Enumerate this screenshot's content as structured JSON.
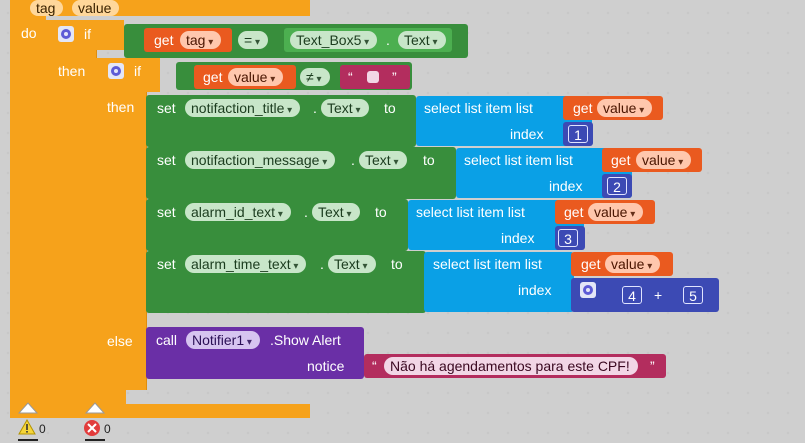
{
  "event": {
    "params": [
      "tag",
      "value"
    ],
    "do_label": "do"
  },
  "if_outer": {
    "if_label": "if",
    "then_label": "then",
    "else_label": "else",
    "cond": {
      "get_label": "get",
      "var": "tag",
      "op": "=",
      "component": "Text_Box5",
      "dot": ".",
      "prop": "Text"
    }
  },
  "if_inner": {
    "if_label": "if",
    "then_label": "then",
    "cond": {
      "get_label": "get",
      "var": "value",
      "op": "≠",
      "str_open": "“",
      "str_close": "”"
    }
  },
  "sets": [
    {
      "set_label": "set",
      "component": "notifaction_title",
      "dot": ".",
      "prop": "Text",
      "to_label": "to",
      "select_label": "select list item  list",
      "get_label": "get",
      "var": "value",
      "index_label": "index",
      "index": "1"
    },
    {
      "set_label": "set",
      "component": "notifaction_message",
      "dot": ".",
      "prop": "Text",
      "to_label": "to",
      "select_label": "select list item  list",
      "get_label": "get",
      "var": "value",
      "index_label": "index",
      "index": "2"
    },
    {
      "set_label": "set",
      "component": "alarm_id_text",
      "dot": ".",
      "prop": "Text",
      "to_label": "to",
      "select_label": "select list item  list",
      "get_label": "get",
      "var": "value",
      "index_label": "index",
      "index": "3"
    },
    {
      "set_label": "set",
      "component": "alarm_time_text",
      "dot": ".",
      "prop": "Text",
      "to_label": "to",
      "select_label": "select list item  list",
      "get_label": "get",
      "var": "value",
      "index_label": "index",
      "add_a": "4",
      "plus": "+",
      "add_b": "5"
    }
  ],
  "else_call": {
    "call_label": "call",
    "component": "Notifier1",
    "method": ".Show Alert",
    "notice_label": "notice",
    "str_open": "“",
    "message": "Não há agendamentos para este CPF!",
    "str_close": "”"
  },
  "status": {
    "warnings": "0",
    "errors": "0"
  },
  "colors": {
    "event": "#f6a21b",
    "control": "#f6a21b",
    "set": "#388e3c",
    "list": "#0aa0e6",
    "math": "#3c4ab4",
    "variable": "#ea5a1f",
    "text": "#b32d5e",
    "component": "#6a2fa6"
  },
  "icons": [
    "gear-icon",
    "warning-icon",
    "error-icon"
  ]
}
